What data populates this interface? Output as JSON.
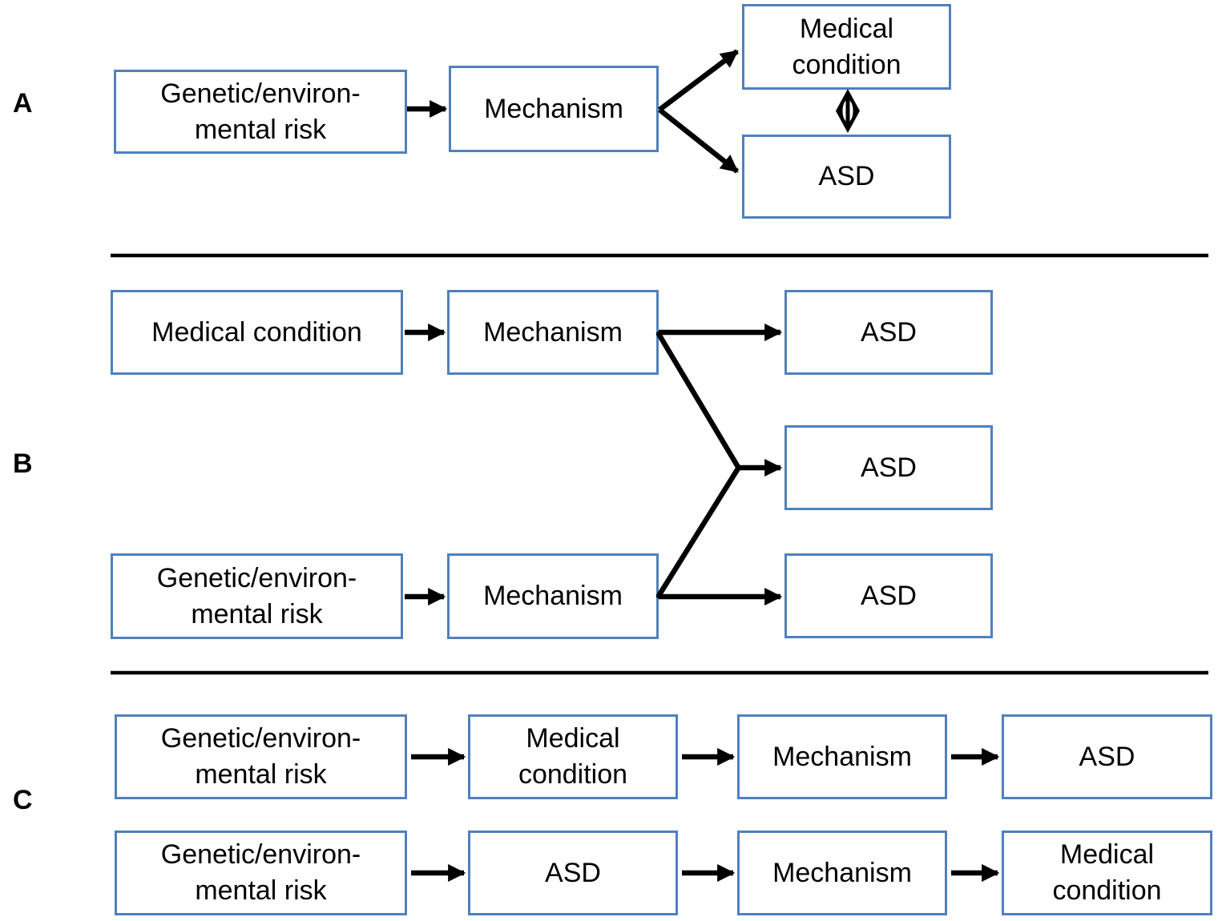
{
  "colors": {
    "box_border": "#4f81bd",
    "arrow": "#000000",
    "text": "#000000"
  },
  "panel_a": {
    "label": "A",
    "risk_box": "Genetic/environ-\nmental risk",
    "mechanism_box": "Mechanism",
    "medical_box": "Medical\ncondition",
    "asd_box": "ASD"
  },
  "panel_b": {
    "label": "B",
    "medical_box": "Medical condition",
    "mechanism_top_box": "Mechanism",
    "asd_top_box": "ASD",
    "asd_middle_box": "ASD",
    "risk_box": "Genetic/environ-\nmental risk",
    "mechanism_bottom_box": "Mechanism",
    "asd_bottom_box": "ASD"
  },
  "panel_c": {
    "label": "C",
    "row1": {
      "risk_box": "Genetic/environ-\nmental risk",
      "medical_box": "Medical\ncondition",
      "mechanism_box": "Mechanism",
      "asd_box": "ASD"
    },
    "row2": {
      "risk_box": "Genetic/environ-\nmental risk",
      "asd_box": "ASD",
      "mechanism_box": "Mechanism",
      "medical_box": "Medical\ncondition"
    }
  }
}
